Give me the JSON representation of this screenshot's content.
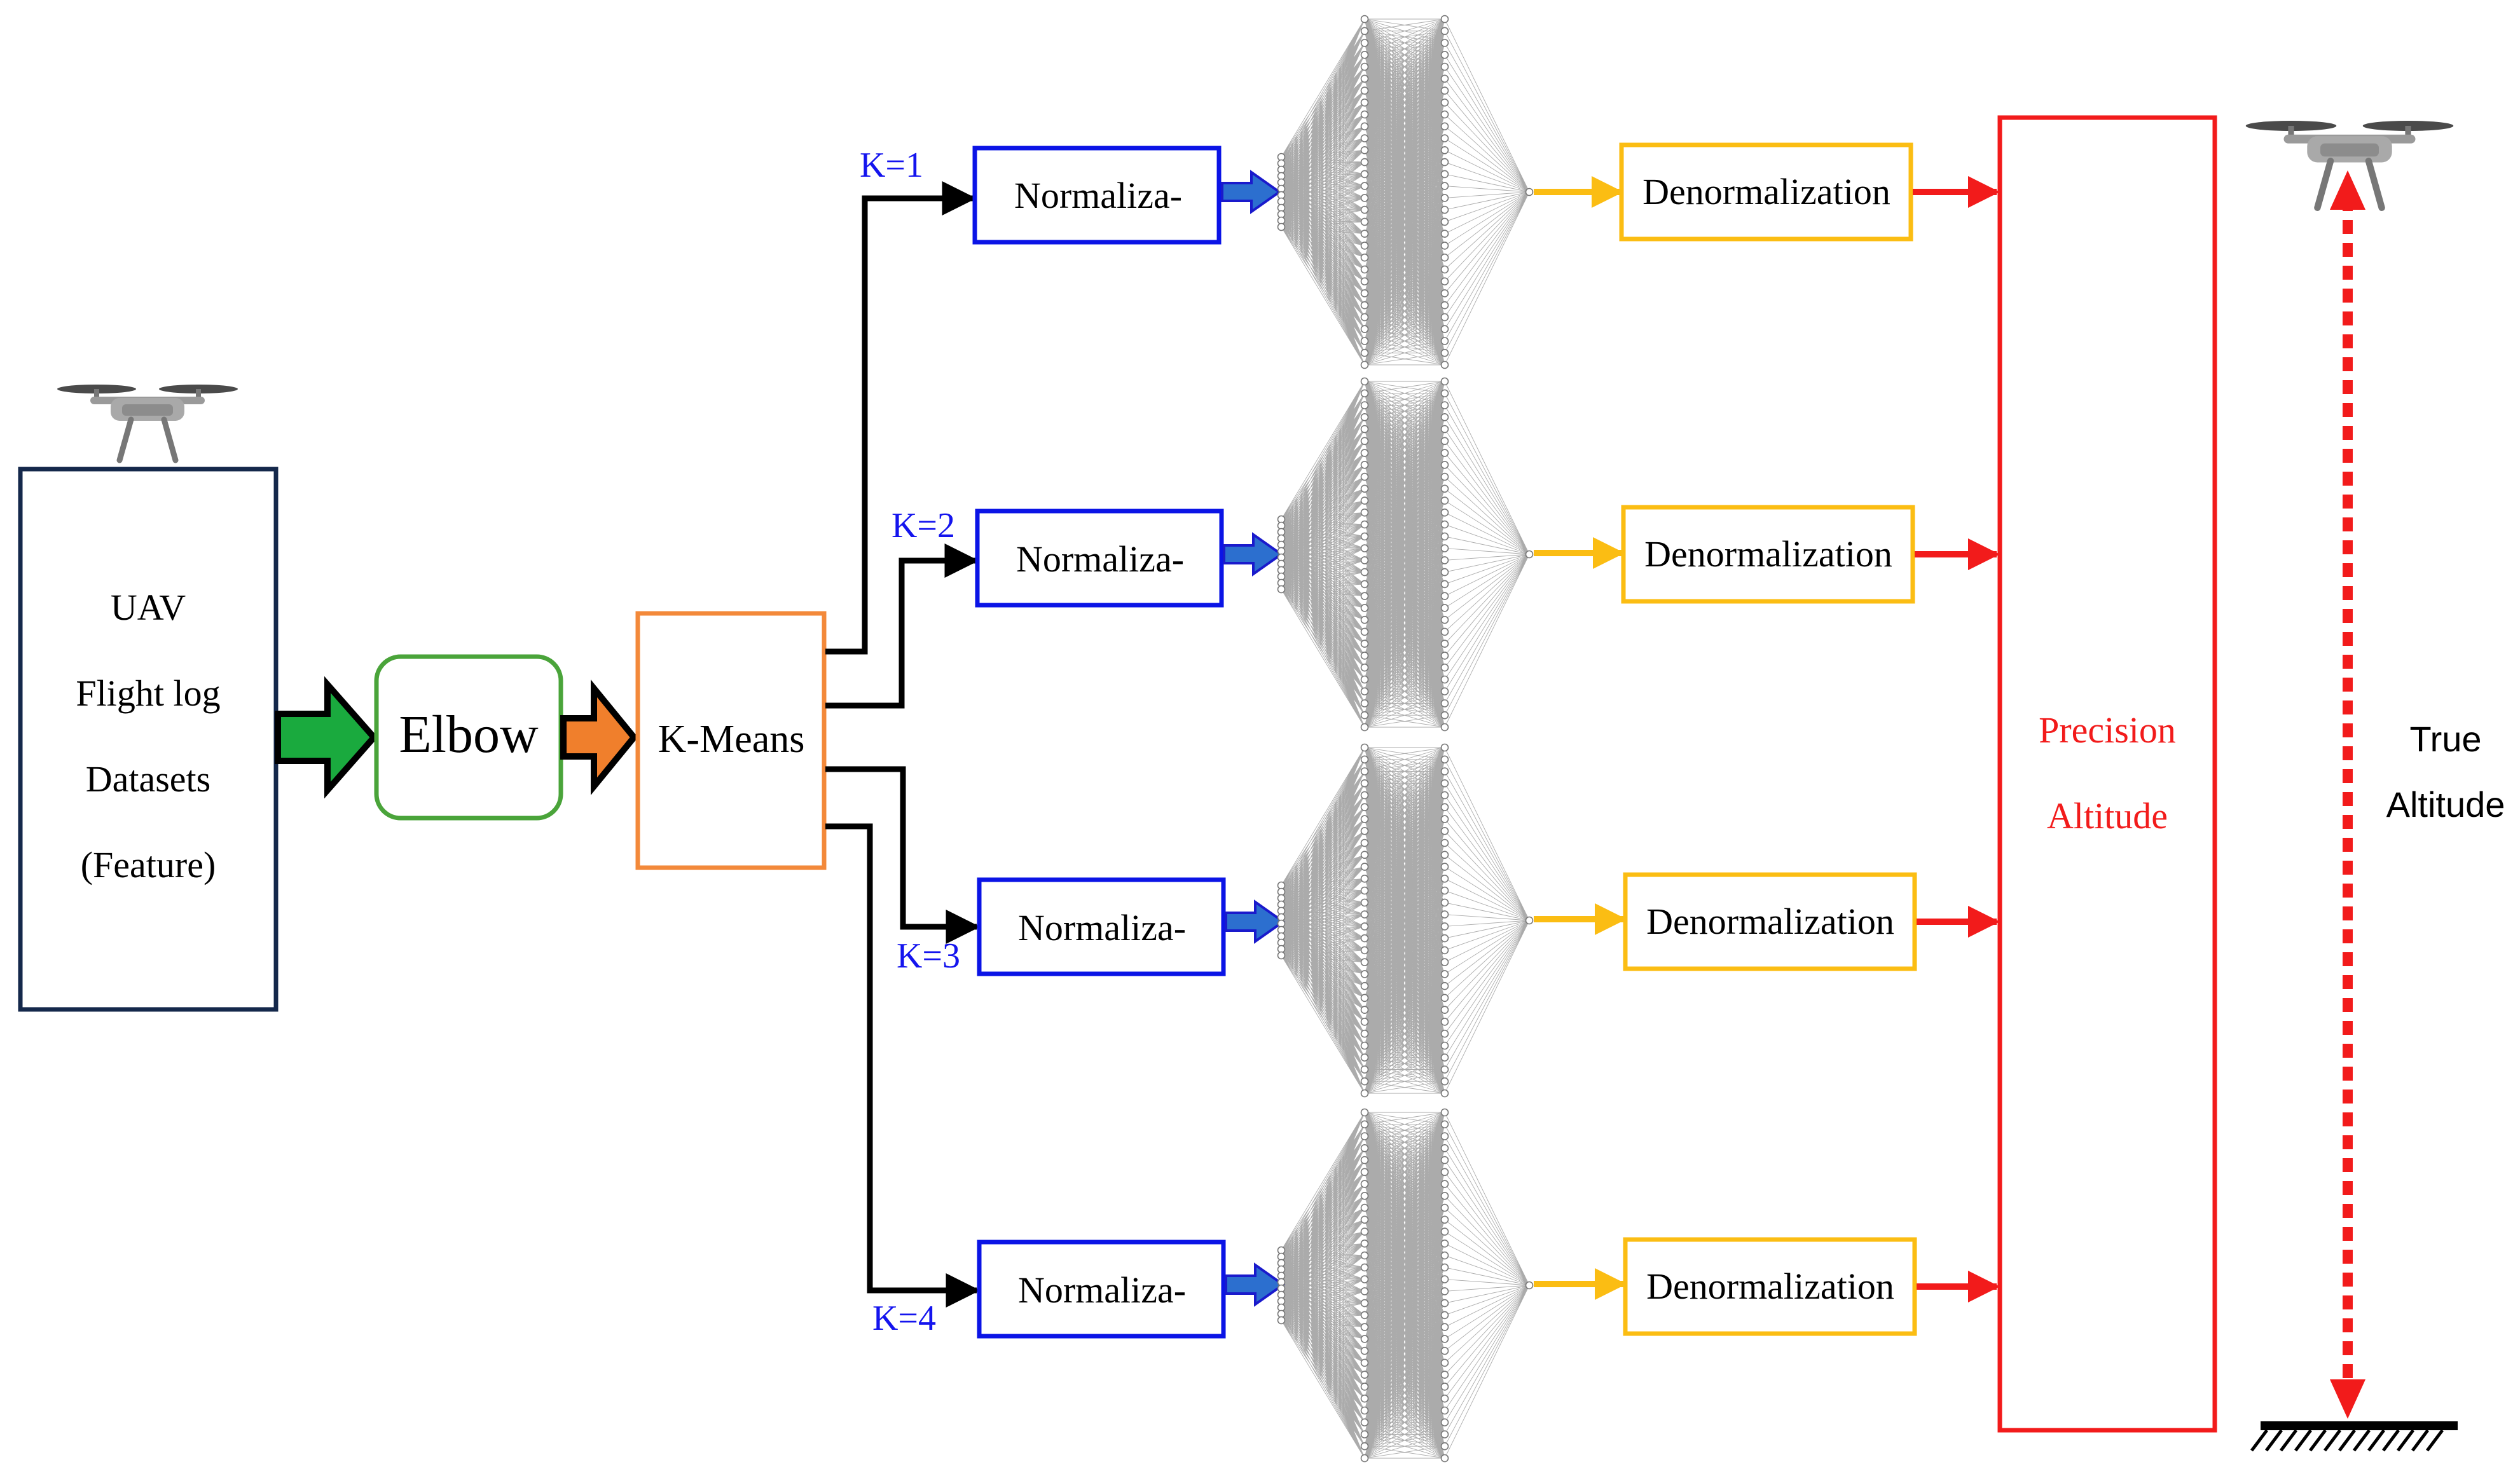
{
  "colors": {
    "dataset_box": "#14284b",
    "elbow_box": "#4aa43a",
    "green_arrow": "#1aaa3e",
    "kmeans_box": "#f3893a",
    "orange_arrow": "#f07f2c",
    "norm_box": "#0b14e6",
    "norm_arrow": "#2c6fcf",
    "k_label": "#1414ee",
    "denorm_box": "#fbbd13",
    "yellow_arrow": "#fbbd13",
    "red": "#f21b1b",
    "network": "#666666",
    "black": "#000000"
  },
  "dataset": {
    "lines": [
      "UAV",
      "Flight log",
      "Datasets",
      "(Feature)"
    ]
  },
  "elbow": {
    "label": "Elbow"
  },
  "kmeans": {
    "label": "K-Means"
  },
  "branches": [
    {
      "k_label": "K=1",
      "norm_label": "Normaliza-",
      "denorm_label": "Denormalization"
    },
    {
      "k_label": "K=2",
      "norm_label": "Normaliza-",
      "denorm_label": "Denormalization"
    },
    {
      "k_label": "K=3",
      "norm_label": "Normaliza-",
      "denorm_label": "Denormalization"
    },
    {
      "k_label": "K=4",
      "norm_label": "Normaliza-",
      "denorm_label": "Denormalization"
    }
  ],
  "precision": {
    "lines": [
      "Precision",
      "Altitude"
    ]
  },
  "true_altitude": {
    "lines": [
      "True",
      "Altitude"
    ]
  },
  "icons": {
    "drone": "quadcopter-drone-icon",
    "ground": "ground-hatch-icon"
  }
}
